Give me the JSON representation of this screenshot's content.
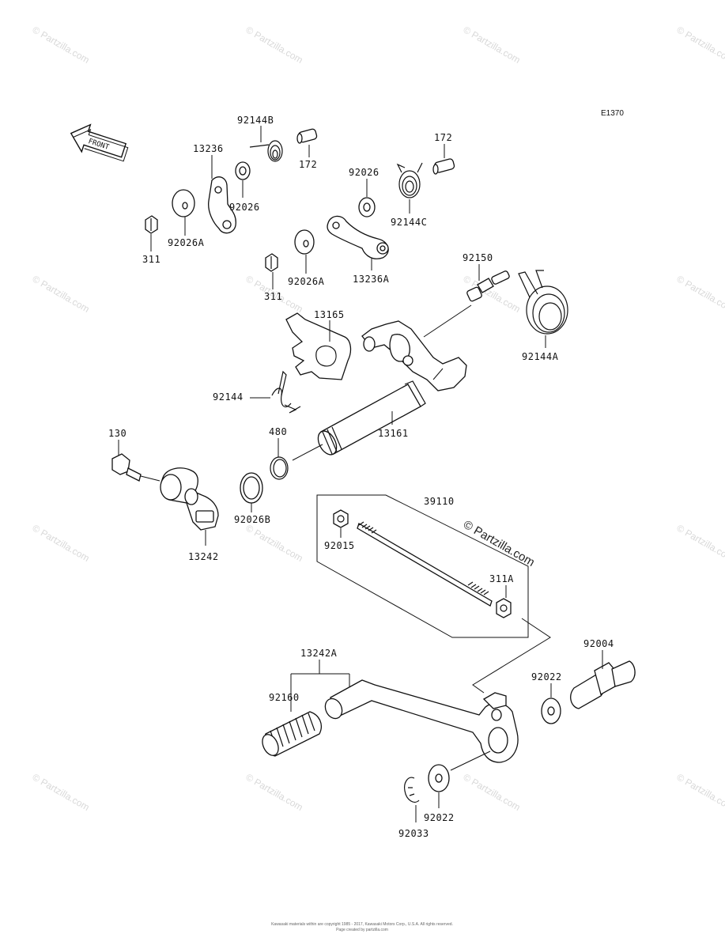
{
  "diagram_ref": "E1370",
  "front_label": "FRONT",
  "watermark_text": "© Partzilla.com",
  "center_watermark": "© Partzilla.com",
  "footer_line1": "Kawasaki materials within are copyright 1985 - 2017, Kawasaki Motors Corp., U.S.A. All rights reserved.",
  "footer_line2": "Page created by partzilla.com",
  "labels": {
    "p92144B": "92144B",
    "p172a": "172",
    "p172b": "172",
    "p13236": "13236",
    "p92026a": "92026",
    "p92026b": "92026",
    "p92144C": "92144C",
    "p311a": "311",
    "p92026A_a": "92026A",
    "p92026A_b": "92026A",
    "p311b": "311",
    "p13236A": "13236A",
    "p92150": "92150",
    "p13165": "13165",
    "p92144A": "92144A",
    "p92144": "92144",
    "p130": "130",
    "p480": "480",
    "p13161": "13161",
    "p92026B": "92026B",
    "p13242": "13242",
    "p39110": "39110",
    "p92015": "92015",
    "p311A": "311A",
    "p13242A": "13242A",
    "p92160": "92160",
    "p92004": "92004",
    "p92022a": "92022",
    "p92022b": "92022",
    "p92033": "92033"
  }
}
